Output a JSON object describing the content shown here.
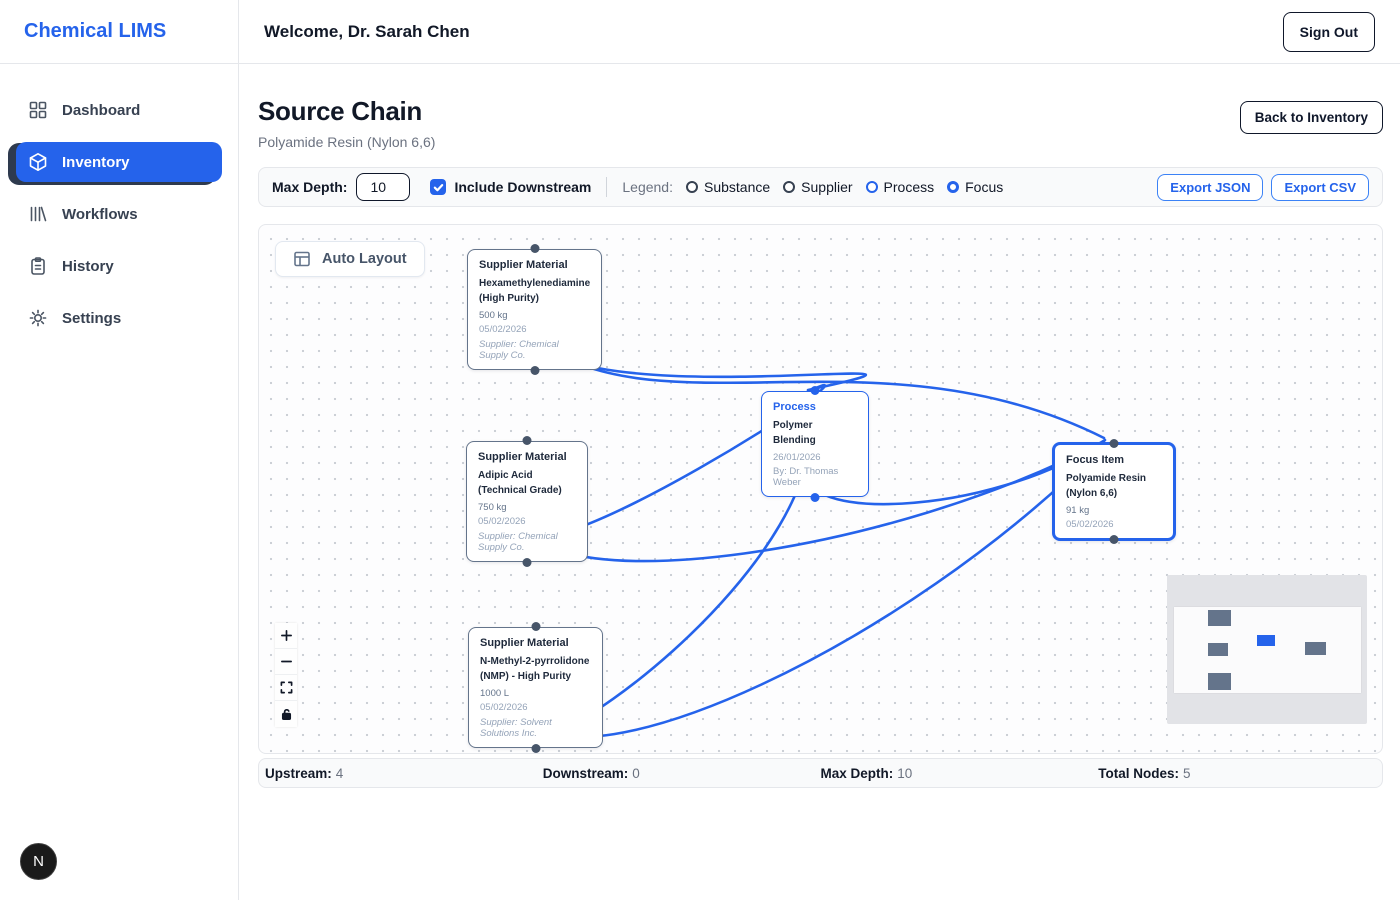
{
  "app": {
    "brand": "Chemical LIMS",
    "welcome": "Welcome, Dr. Sarah Chen",
    "sign_out_label": "Sign Out",
    "dev_badge_letter": "N"
  },
  "sidebar": {
    "items": [
      {
        "label": "Dashboard",
        "icon": "dashboard-grid-icon",
        "active": false
      },
      {
        "label": "Inventory",
        "icon": "package-box-icon",
        "active": true
      },
      {
        "label": "Workflows",
        "icon": "workflow-bars-icon",
        "active": false
      },
      {
        "label": "History",
        "icon": "clipboard-icon",
        "active": false
      },
      {
        "label": "Settings",
        "icon": "gear-icon",
        "active": false
      }
    ]
  },
  "page": {
    "title": "Source Chain",
    "subtitle": "Polyamide Resin (Nylon 6,6)",
    "back_button_label": "Back to Inventory"
  },
  "toolbar": {
    "max_depth_label": "Max Depth:",
    "max_depth_value": "10",
    "include_downstream_label": "Include Downstream",
    "include_downstream_checked": true,
    "legend_label": "Legend:",
    "legend_items": [
      {
        "label": "Substance",
        "color": "#374151",
        "emphasized": false
      },
      {
        "label": "Supplier",
        "color": "#374151",
        "emphasized": false
      },
      {
        "label": "Process",
        "color": "#2563eb",
        "emphasized": false
      },
      {
        "label": "Focus",
        "color": "#2563eb",
        "emphasized": true
      }
    ],
    "export_json_label": "Export JSON",
    "export_csv_label": "Export CSV"
  },
  "canvas": {
    "auto_layout_label": "Auto Layout",
    "controls": [
      "zoom-in",
      "zoom-out",
      "fit-view",
      "unlock"
    ]
  },
  "nodes": [
    {
      "type": "supplier",
      "header": "Supplier Material",
      "name": "Hexamethylenediamine (High Purity)",
      "quantity": "500 kg",
      "date": "05/02/2026",
      "supplier": "Supplier: Chemical Supply Co."
    },
    {
      "type": "process",
      "header": "Process",
      "name": "Polymer Blending",
      "date": "26/01/2026",
      "by": "By: Dr. Thomas Weber"
    },
    {
      "type": "supplier",
      "header": "Supplier Material",
      "name": "Adipic Acid (Technical Grade)",
      "quantity": "750 kg",
      "date": "05/02/2026",
      "supplier": "Supplier: Chemical Supply Co."
    },
    {
      "type": "supplier",
      "header": "Supplier Material",
      "name": "N-Methyl-2-pyrrolidone (NMP) - High Purity",
      "quantity": "1000 L",
      "date": "05/02/2026",
      "supplier": "Supplier: Solvent Solutions Inc."
    },
    {
      "type": "focus",
      "header": "Focus Item",
      "name": "Polyamide Resin (Nylon 6,6)",
      "quantity": "91 kg",
      "date": "05/02/2026"
    }
  ],
  "stats": [
    {
      "label": "Upstream:",
      "value": "4"
    },
    {
      "label": "Downstream:",
      "value": "0"
    },
    {
      "label": "Max Depth:",
      "value": "10"
    },
    {
      "label": "Total Nodes:",
      "value": "5"
    }
  ],
  "colors": {
    "accent": "#2563eb",
    "edge": "#2563eb",
    "node_border": "#64748b"
  }
}
